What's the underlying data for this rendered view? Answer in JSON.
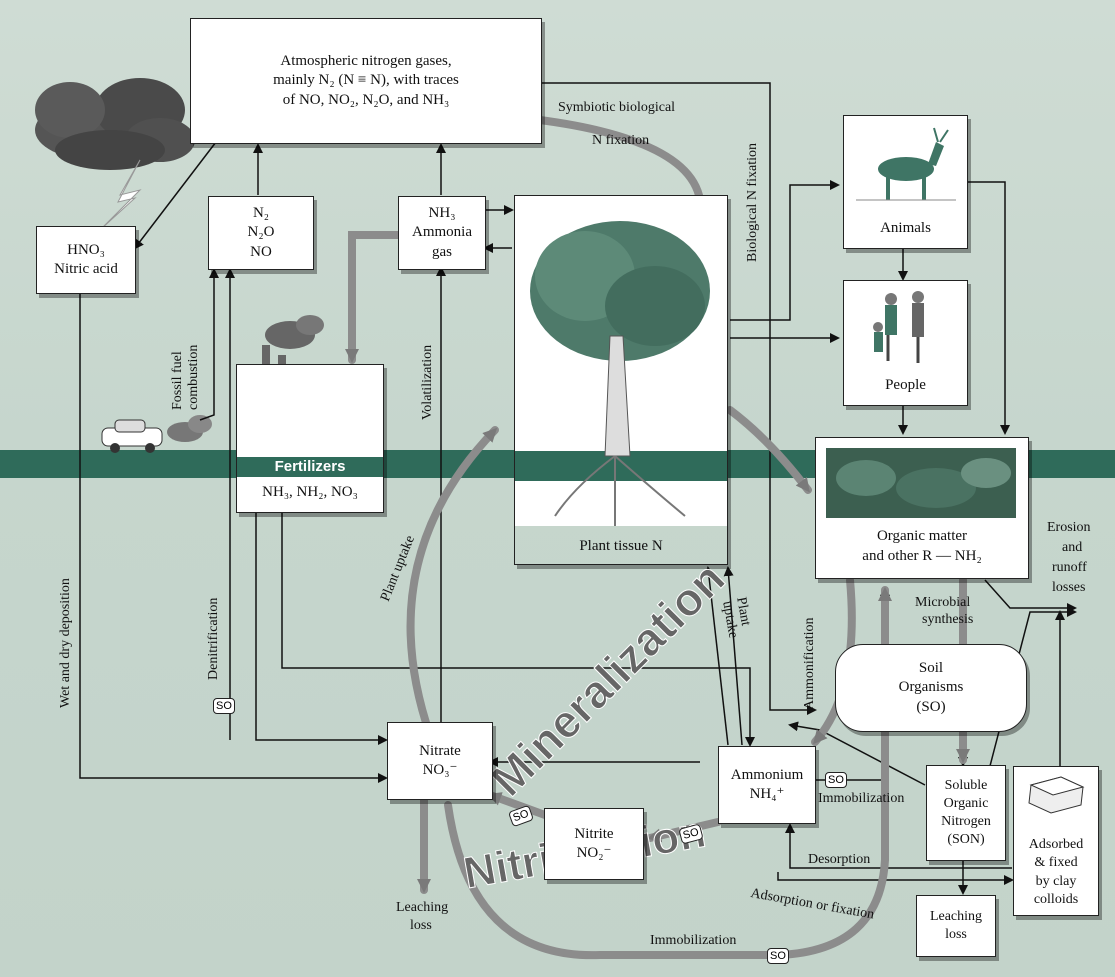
{
  "atmosphere": {
    "line1": "Atmospheric nitrogen gases,",
    "line2": "mainly N₂ (N ≡ N), with traces",
    "line3": "of NO, NO₂, N₂O, and NH₃"
  },
  "hno3": {
    "line1": "HNO₃",
    "line2": "Nitric acid"
  },
  "n_gases": {
    "line1": "N₂",
    "line2": "N₂O",
    "line3": "NO"
  },
  "nh3": {
    "line1": "NH₃",
    "line2": "Ammonia",
    "line3": "gas"
  },
  "fertilizers": {
    "title": "Fertilizers",
    "formula": "NH₃, NH₂, NO₃"
  },
  "plant": {
    "label": "Plant tissue N"
  },
  "animals": {
    "label": "Animals"
  },
  "people": {
    "label": "People"
  },
  "organic": {
    "line1": "Organic matter",
    "line2": "and other R — NH₂"
  },
  "soil_org": {
    "line1": "Soil",
    "line2": "Organisms",
    "line3": "(SO)"
  },
  "nitrate": {
    "line1": "Nitrate",
    "line2": "NO₃⁻"
  },
  "ammonium": {
    "line1": "Ammonium",
    "line2": "NH₄⁺"
  },
  "nitrite": {
    "line1": "Nitrite",
    "line2": "NO₂⁻"
  },
  "son": {
    "line1": "Soluble",
    "line2": "Organic",
    "line3": "Nitrogen",
    "line4": "(SON)"
  },
  "clay": {
    "line1": "Adsorbed",
    "line2": "& fixed",
    "line3": "by clay",
    "line4": "colloids"
  },
  "leach_son": {
    "line1": "Leaching",
    "line2": "loss"
  },
  "labels": {
    "symbiotic1": "Symbiotic biological",
    "symbiotic2": "N fixation",
    "bio_fix": "Biological N fixation",
    "fossil1": "Fossil fuel",
    "fossil2": "combustion",
    "volatilization": "Volatilization",
    "wet_dry": "Wet and dry deposition",
    "denitrification": "Denitrification",
    "plant_uptake": "Plant uptake",
    "plant_uptake2a": "Plant",
    "plant_uptake2b": "uptake",
    "ammonification": "Ammonification",
    "microbial1": "Microbial",
    "microbial2": "synthesis",
    "erosion1": "Erosion",
    "erosion2": "and",
    "erosion3": "runoff",
    "erosion4": "losses",
    "immob1": "Immobilization",
    "immob2": "Immobilization",
    "desorption": "Desorption",
    "adsorption": "Adsorption or fixation",
    "leach1": "Leaching",
    "leach2": "loss",
    "so": "SO"
  },
  "big_words": {
    "mineralization": "Mineralization",
    "nitrification": "Nitrification"
  },
  "colors": {
    "ground": "#2f6b5a",
    "background": "#c9d7cf",
    "arrow_gray": "#8c8c8c"
  }
}
